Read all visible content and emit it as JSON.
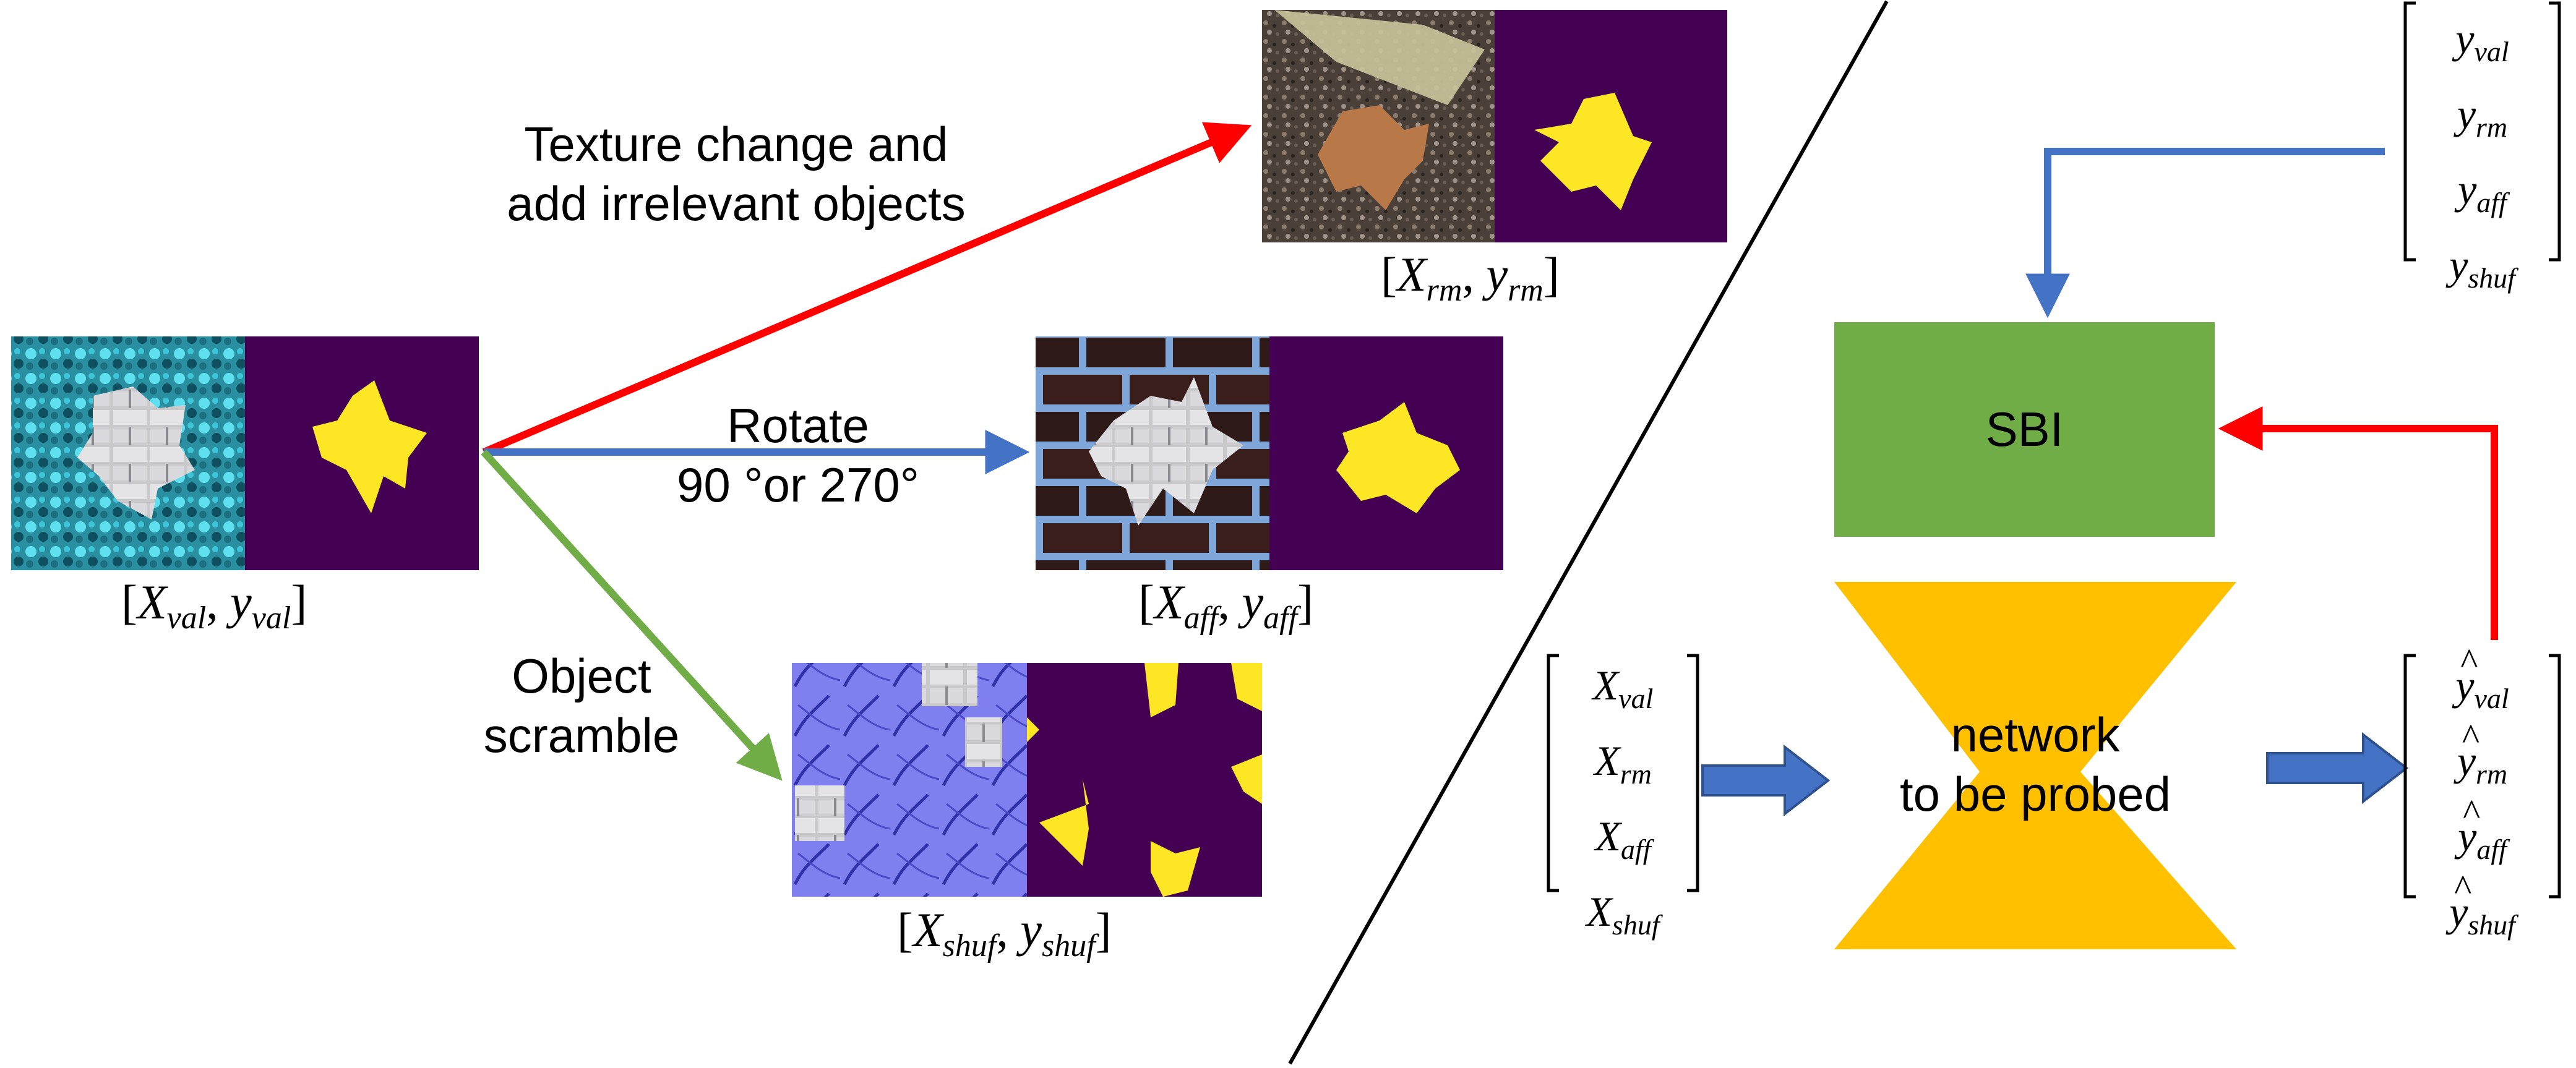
{
  "labels": {
    "texture": [
      "Texture change and",
      "add irrelevant objects"
    ],
    "rotate": [
      "Rotate",
      "90 °or 270°"
    ],
    "scramble": [
      "Object",
      "scramble"
    ],
    "sbi": "SBI",
    "network": [
      "network",
      "to be probed"
    ]
  },
  "captions": {
    "val": {
      "x": "X",
      "xs": "val",
      "y": "y",
      "ys": "val"
    },
    "rm": {
      "x": "X",
      "xs": "rm",
      "y": "y",
      "ys": "rm"
    },
    "aff": {
      "x": "X",
      "xs": "aff",
      "y": "y",
      "ys": "aff"
    },
    "shuf": {
      "x": "X",
      "xs": "shuf",
      "y": "y",
      "ys": "shuf"
    }
  },
  "vectors": {
    "y_true": [
      {
        "base": "y",
        "sub": "val"
      },
      {
        "base": "y",
        "sub": "rm"
      },
      {
        "base": "y",
        "sub": "aff"
      },
      {
        "base": "y",
        "sub": "shuf"
      }
    ],
    "x_in": [
      {
        "base": "X",
        "sub": "val"
      },
      {
        "base": "X",
        "sub": "rm"
      },
      {
        "base": "X",
        "sub": "aff"
      },
      {
        "base": "X",
        "sub": "shuf"
      }
    ],
    "y_hat": [
      {
        "base": "y",
        "sub": "val"
      },
      {
        "base": "y",
        "sub": "rm"
      },
      {
        "base": "y",
        "sub": "aff"
      },
      {
        "base": "y",
        "sub": "shuf"
      }
    ]
  },
  "colors": {
    "red": "#ff0000",
    "blue": "#4472c4",
    "green": "#70ad47",
    "sbi_fill": "#70ad47",
    "network_fill": "#ffc000",
    "mask_bg": "#440154",
    "mask_fg": "#fde725"
  }
}
